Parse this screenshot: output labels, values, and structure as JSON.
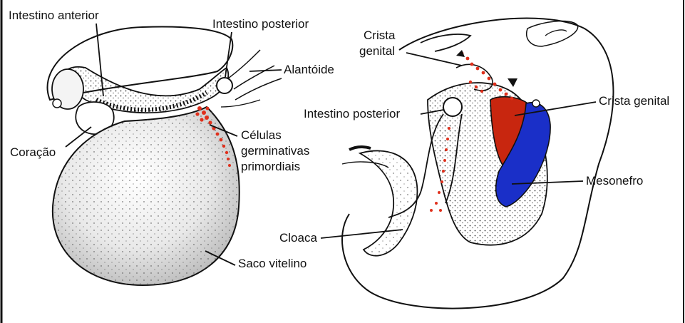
{
  "colors": {
    "ink": "#111111",
    "germ_cells": "#e0301c",
    "genital_ridge": "#c8260f",
    "mesonephros": "#1a2fc8",
    "background": "#ffffff"
  },
  "labels": {
    "foregut": "Intestino anterior",
    "hindgut_left": "Intestino posterior",
    "allantois": "Alantóide",
    "heart": "Coração",
    "germ_cells_line1": "Células",
    "germ_cells_line2": "germinativas",
    "germ_cells_line3": "primordiais",
    "yolk_sac": "Saco vitelino",
    "genital_ridge_top_line1": "Crista",
    "genital_ridge_top_line2": "genital",
    "hindgut_right": "Intestino posterior",
    "genital_ridge_right": "Crista genital",
    "mesonephros": "Mesonefro",
    "cloaca": "Cloaca"
  }
}
